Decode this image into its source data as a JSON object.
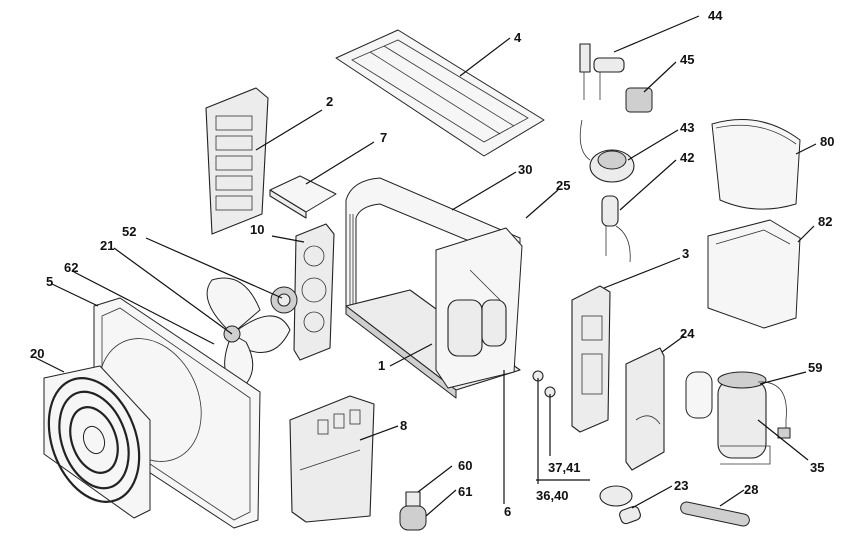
{
  "callouts": {
    "p44": "44",
    "p4": "4",
    "p45": "45",
    "p2": "2",
    "p43": "43",
    "p80": "80",
    "p7": "7",
    "p30": "30",
    "p42": "42",
    "p25": "25",
    "p10": "10",
    "p52": "52",
    "p21": "21",
    "p82": "82",
    "p62": "62",
    "p3": "3",
    "p5": "5",
    "p24": "24",
    "p1": "1",
    "p20": "20",
    "p59": "59",
    "p8": "8",
    "p35": "35",
    "p3741": "37,41",
    "p60": "60",
    "p61": "61",
    "p23": "23",
    "p28": "28",
    "p3640": "36,40",
    "p6": "6"
  }
}
